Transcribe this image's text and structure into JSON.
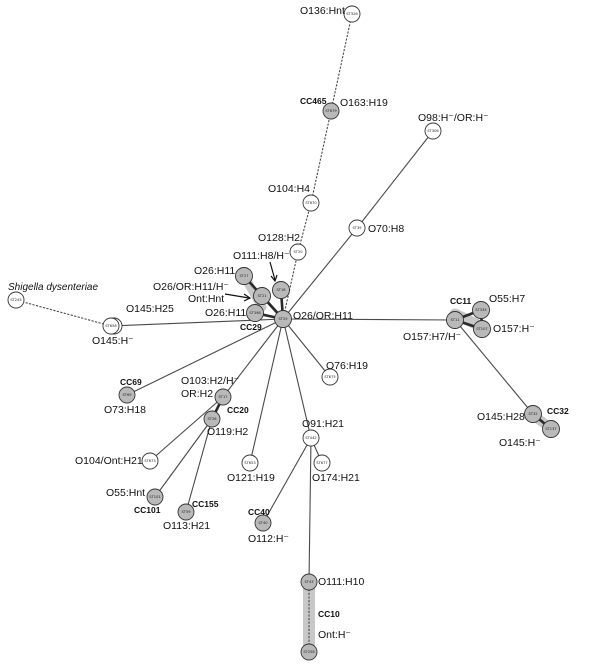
{
  "nodes": [
    {
      "id": "ST29",
      "shade": "grey"
    },
    {
      "id": "ST16",
      "shade": "grey"
    },
    {
      "id": "ST21",
      "shade": "grey"
    },
    {
      "id": "ST27",
      "shade": "grey"
    },
    {
      "id": "ST398",
      "shade": "grey"
    },
    {
      "id": "ST20",
      "shade": "plain"
    },
    {
      "id": "ST670",
      "shade": "plain"
    },
    {
      "id": "ST679",
      "shade": "grey"
    },
    {
      "id": "ST326",
      "shade": "plain"
    },
    {
      "id": "ST39",
      "shade": "plain"
    },
    {
      "id": "ST306",
      "shade": "plain"
    },
    {
      "id": "ST11",
      "shade": "grey"
    },
    {
      "id": "ST335",
      "shade": "grey"
    },
    {
      "id": "ST107",
      "shade": "grey"
    },
    {
      "id": "ST32",
      "shade": "grey"
    },
    {
      "id": "ST137",
      "shade": "grey"
    },
    {
      "id": "ST341",
      "shade": "plain"
    },
    {
      "id": "ST658",
      "shade": "plain"
    },
    {
      "id": "ST245",
      "shade": "plain"
    },
    {
      "id": "ST69",
      "shade": "grey"
    },
    {
      "id": "ST17",
      "shade": "grey"
    },
    {
      "id": "ST26",
      "shade": "grey"
    },
    {
      "id": "ST673",
      "shade": "plain"
    },
    {
      "id": "ST101",
      "shade": "grey"
    },
    {
      "id": "ST59",
      "shade": "grey"
    },
    {
      "id": "ST653",
      "shade": "plain"
    },
    {
      "id": "ST675",
      "shade": "plain"
    },
    {
      "id": "ST442",
      "shade": "plain"
    },
    {
      "id": "ST677",
      "shade": "plain"
    },
    {
      "id": "ST40",
      "shade": "grey"
    },
    {
      "id": "ST43",
      "shade": "grey"
    },
    {
      "id": "ST258",
      "shade": "grey"
    }
  ],
  "serotype_labels": [
    "O136:Hnt",
    "O163:H19",
    "O98:H⁻/OR:H⁻",
    "O104:H4",
    "O70:H8",
    "O128:H2",
    "O111:H8/H⁻",
    "O26:H11",
    "O26/OR:H11/H⁻",
    "Ont:Hnt",
    "O26:H11",
    "O26/OR:H11",
    "O145:H25",
    "O145:H⁻",
    "O55:H7",
    "O157:H⁻",
    "O157:H7/H⁻",
    "O76:H19",
    "O73:H18",
    "O103:H2/H⁻",
    "OR:H2",
    "O119:H2",
    "O104/Ont:H21",
    "O55:Hnt",
    "O113:H21",
    "O121:H19",
    "O91:H21",
    "O174:H21",
    "O112:H⁻",
    "O111:H10",
    "Ont:H⁻",
    "O145:H28",
    "O145:H⁻"
  ],
  "clonal_complexes": [
    "CC465",
    "CC29",
    "CC11",
    "CC69",
    "CC20",
    "CC101",
    "CC155",
    "CC40",
    "CC10",
    "CC32"
  ],
  "species_label": "Shigella dysenteriae"
}
